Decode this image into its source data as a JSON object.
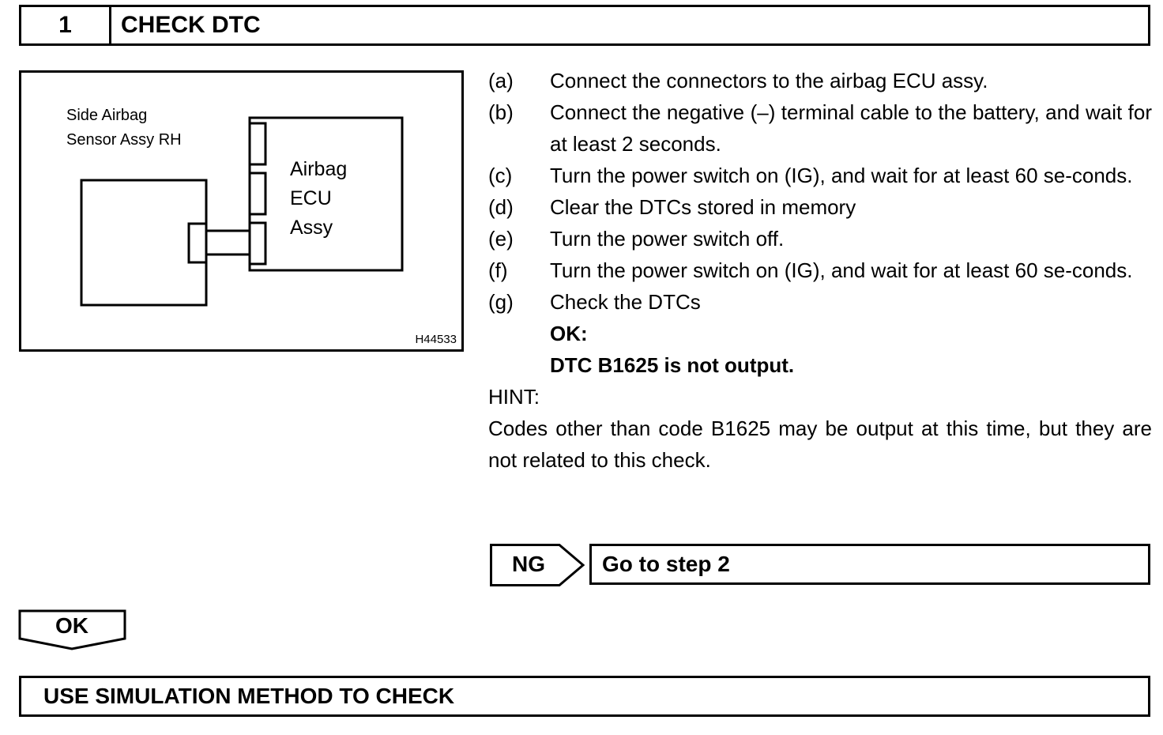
{
  "header": {
    "step_number": "1",
    "title": "CHECK DTC"
  },
  "figure": {
    "sensor_label_line1": "Side Airbag",
    "sensor_label_line2": "Sensor Assy RH",
    "ecu_label_line1": "Airbag",
    "ecu_label_line2": "ECU",
    "ecu_label_line3": "Assy",
    "code": "H44533"
  },
  "steps": [
    {
      "label": "(a)",
      "text": "Connect the connectors to the airbag ECU assy."
    },
    {
      "label": "(b)",
      "text": "Connect the negative (–) terminal cable to the battery, and wait for at least 2 seconds."
    },
    {
      "label": "(c)",
      "text": "Turn the power switch on (IG), and wait for at least 60 se-conds."
    },
    {
      "label": "(d)",
      "text": "Clear the DTCs stored in memory"
    },
    {
      "label": "(e)",
      "text": "Turn the power switch off."
    },
    {
      "label": "(f)",
      "text": "Turn the power switch on (IG), and wait for at least 60 se-conds."
    },
    {
      "label": "(g)",
      "text": "Check the DTCs"
    }
  ],
  "ok_title": "OK:",
  "ok_text": "DTC B1625 is not output.",
  "hint_title": "HINT:",
  "hint_text": "Codes other than code B1625 may be output at this time, but they are not related to this check.",
  "ng": {
    "label": "NG",
    "action": "Go to step 2"
  },
  "ok_flow": {
    "label": "OK"
  },
  "footer": {
    "title": "USE SIMULATION METHOD TO CHECK"
  }
}
